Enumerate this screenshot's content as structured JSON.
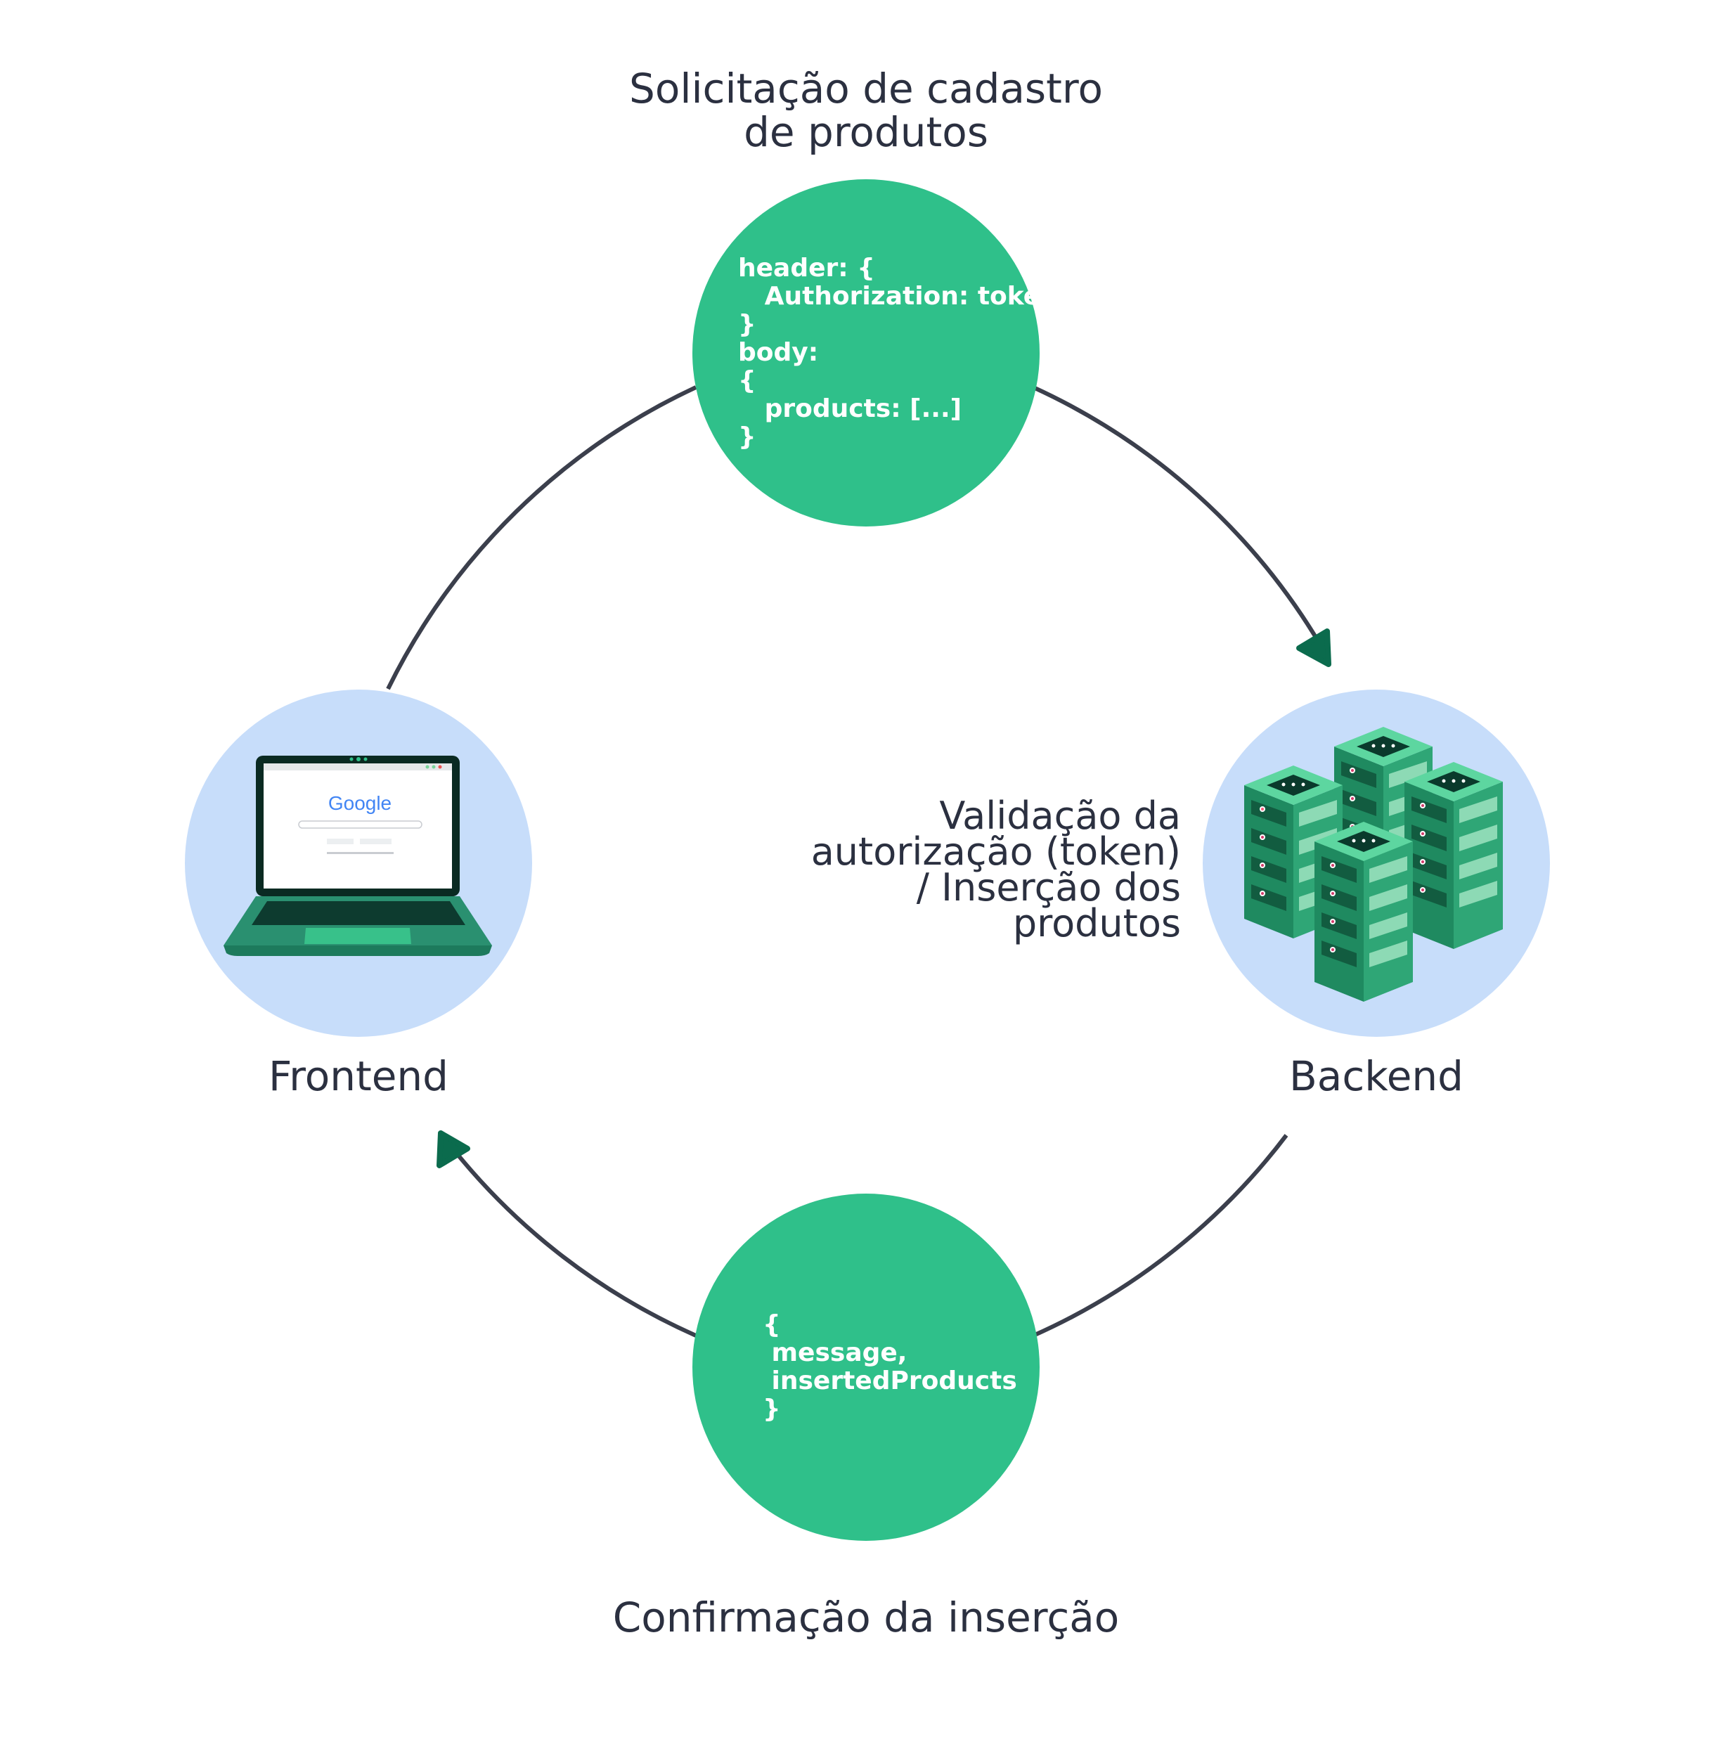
{
  "title_top": "Solicitação de cadastro\nde produtos",
  "title_bottom": "Confirmação da inserção",
  "nodes": {
    "frontend": {
      "label": "Frontend"
    },
    "backend": {
      "label": "Backend",
      "note": "Validação da\nautorização (token)\n/ Inserção dos\nprodutos"
    }
  },
  "request_payload": "header: {\n   Authorization: token,\n}\nbody:\n{\n   products: [...]\n}",
  "response_payload": "{\n message,\n insertedProducts\n}",
  "laptop_screen": {
    "brand": "Google"
  },
  "colors": {
    "payload_bubble": "#2fc08a",
    "node_bubble": "#c7ddfa",
    "flow_line": "#3b3f4c",
    "arrow_head": "#0b6b4d",
    "text": "#2b3040"
  }
}
